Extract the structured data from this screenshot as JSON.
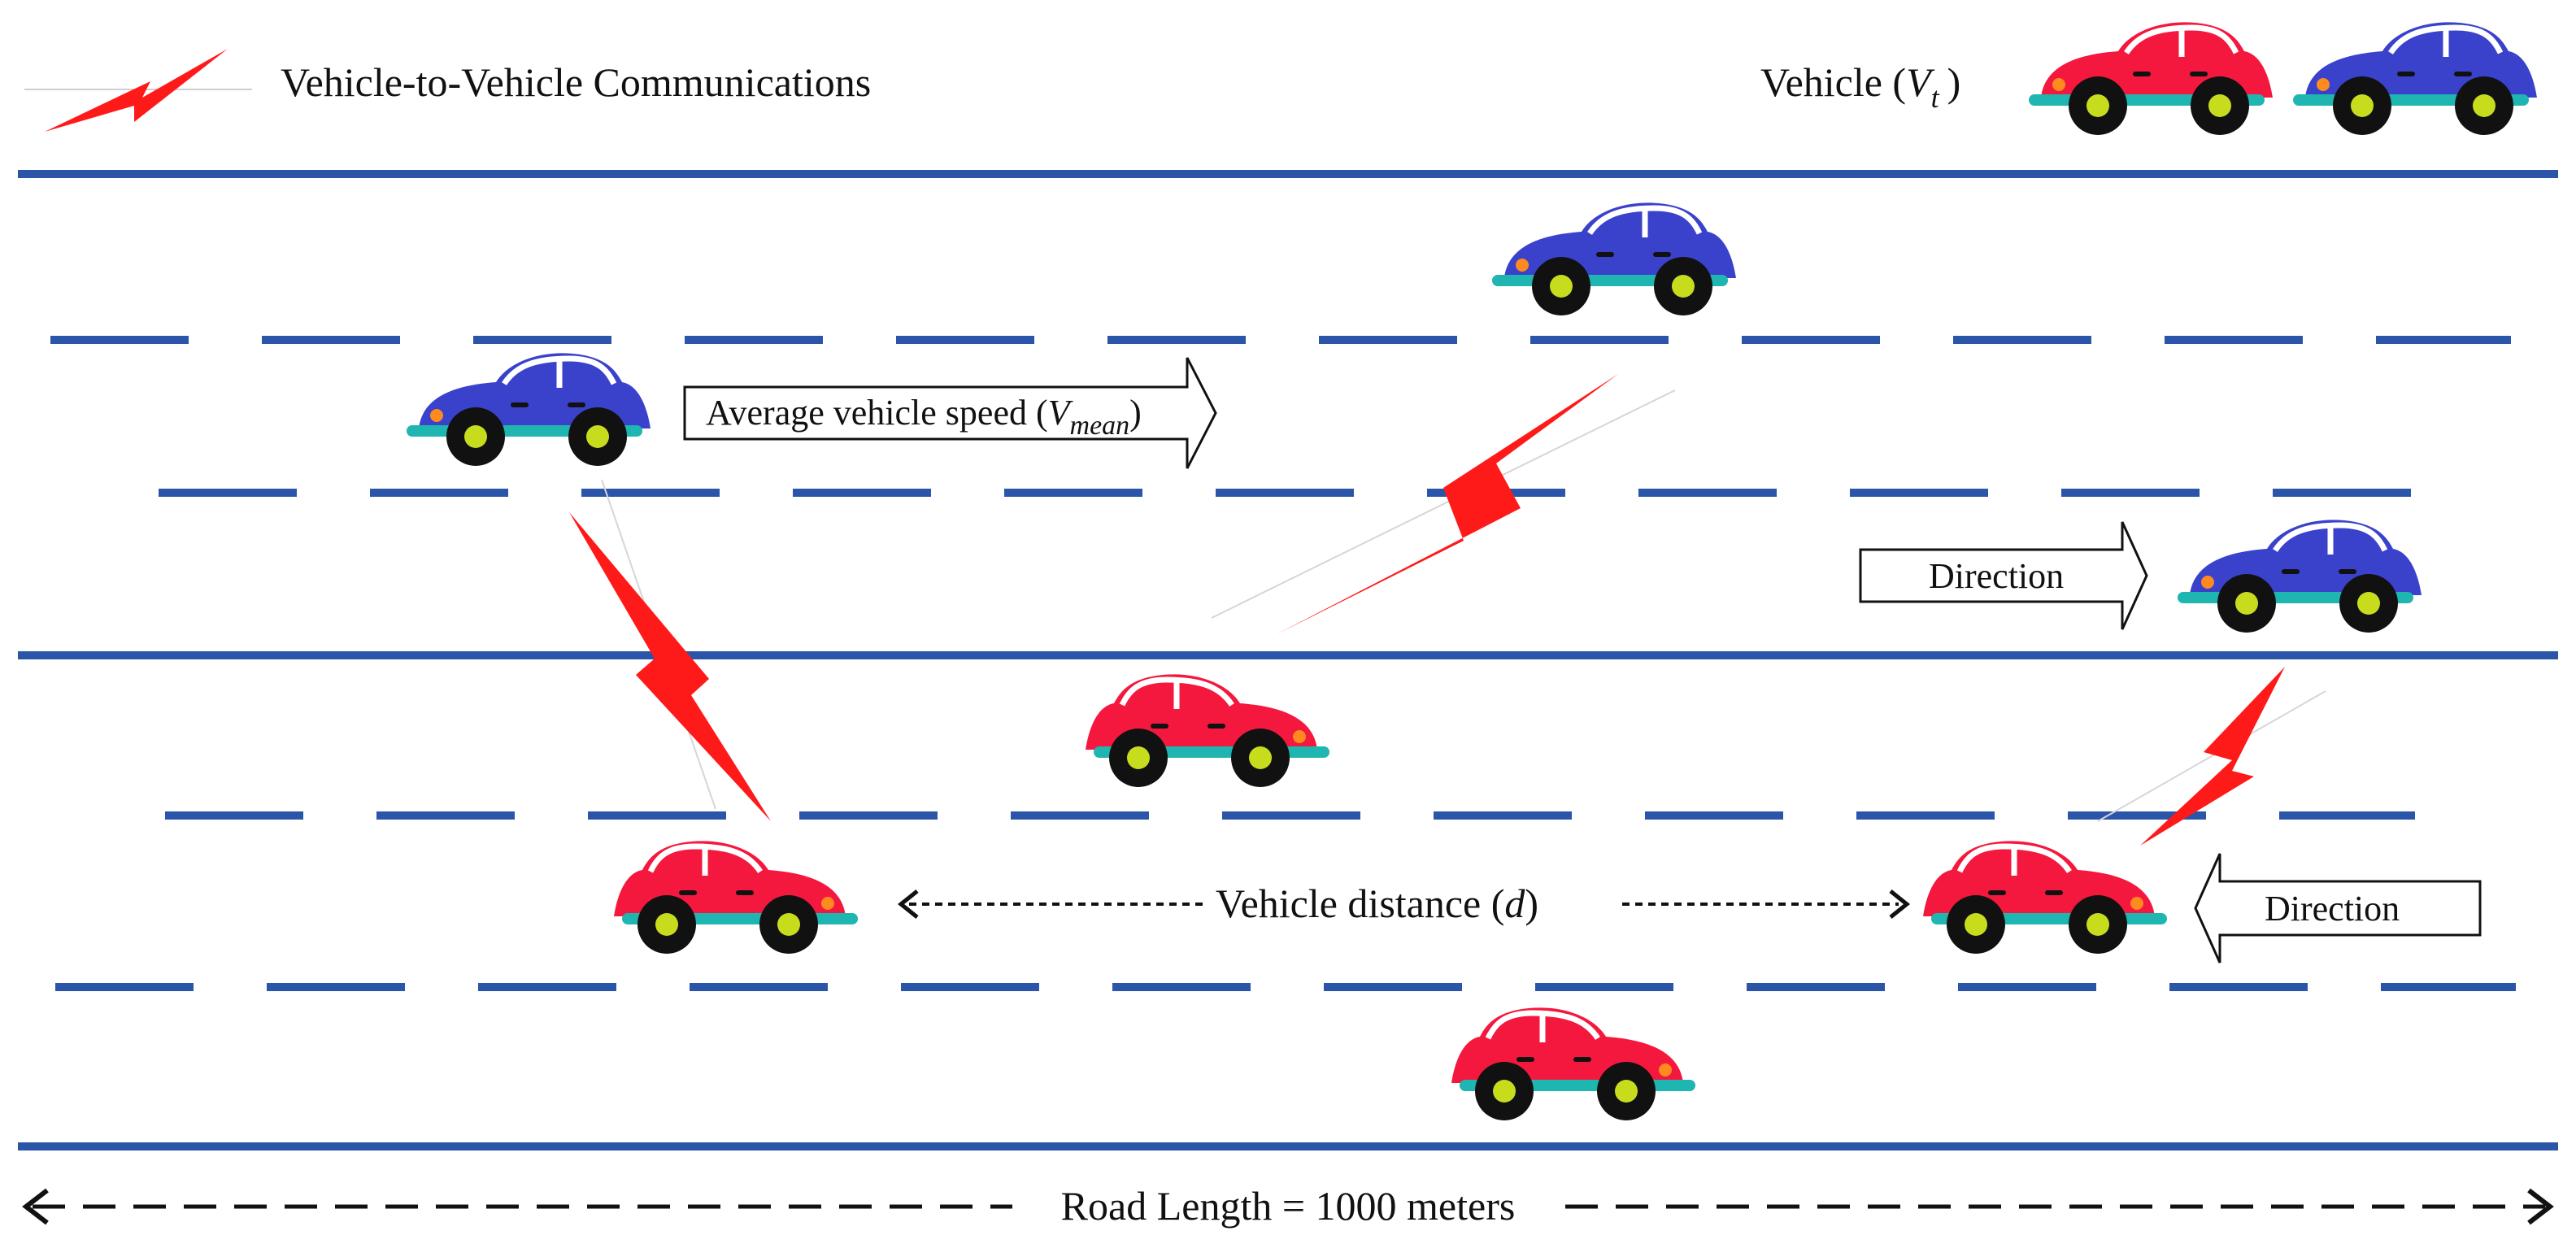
{
  "legend": {
    "v2v_label": "Vehicle-to-Vehicle Communications",
    "vehicle_label": "Vehicle (",
    "vehicle_symbol": "V",
    "vehicle_subscript": "t",
    "vehicle_close": ")"
  },
  "labels": {
    "avg_speed": "Average vehicle speed (",
    "avg_speed_symbol": "V",
    "avg_speed_subscript": "mean",
    "avg_speed_close": ")",
    "direction_right": "Direction",
    "direction_left": "Direction",
    "distance": "Vehicle distance (",
    "distance_symbol": "d",
    "distance_close": ")",
    "road_length": "Road Length = 1000 meters"
  },
  "colors": {
    "road_line": "#2a55a8",
    "red_car": "#f5183e",
    "blue_car": "#3a42cc",
    "bolt": "#ff1a1a",
    "bumper": "#1fb5b0",
    "wheel_hub": "#c8dc1e"
  },
  "icons": {
    "car": "car-icon",
    "bolt": "lightning-bolt-icon",
    "arrow": "block-arrow-icon"
  }
}
